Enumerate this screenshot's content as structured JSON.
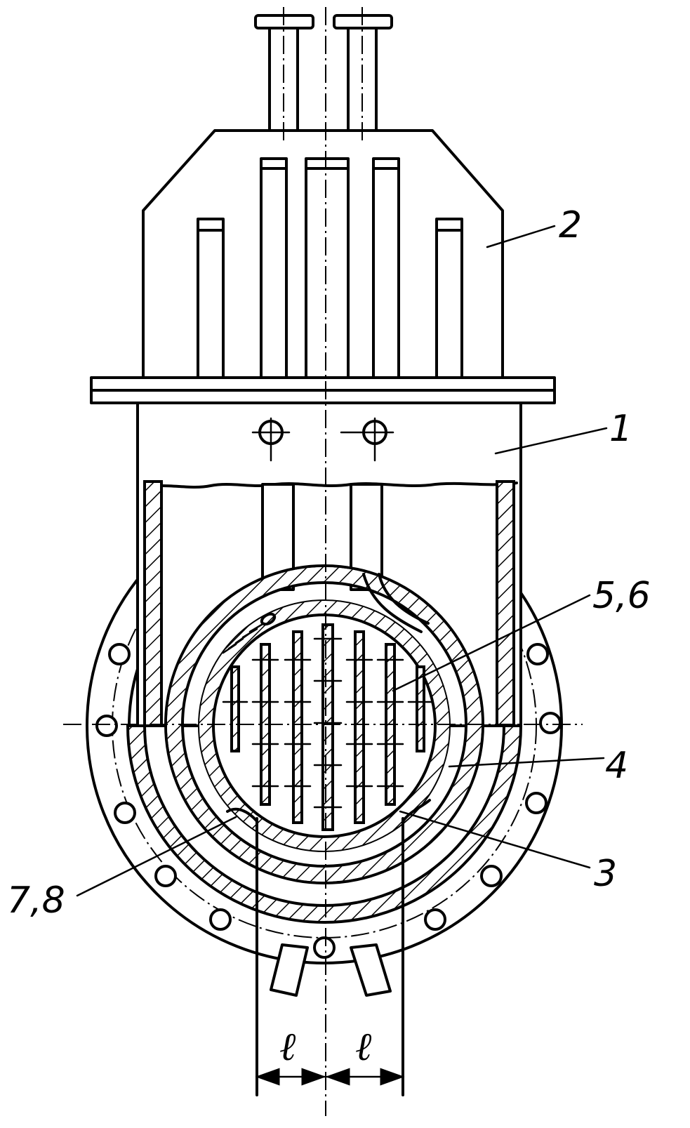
{
  "labels": {
    "body": "1",
    "bonnet": "2",
    "gate": "3",
    "ring": "4",
    "part_5_6": "5,6",
    "part_7_8": "7,8"
  },
  "dimensions": {
    "left": "ℓ",
    "right": "ℓ"
  }
}
